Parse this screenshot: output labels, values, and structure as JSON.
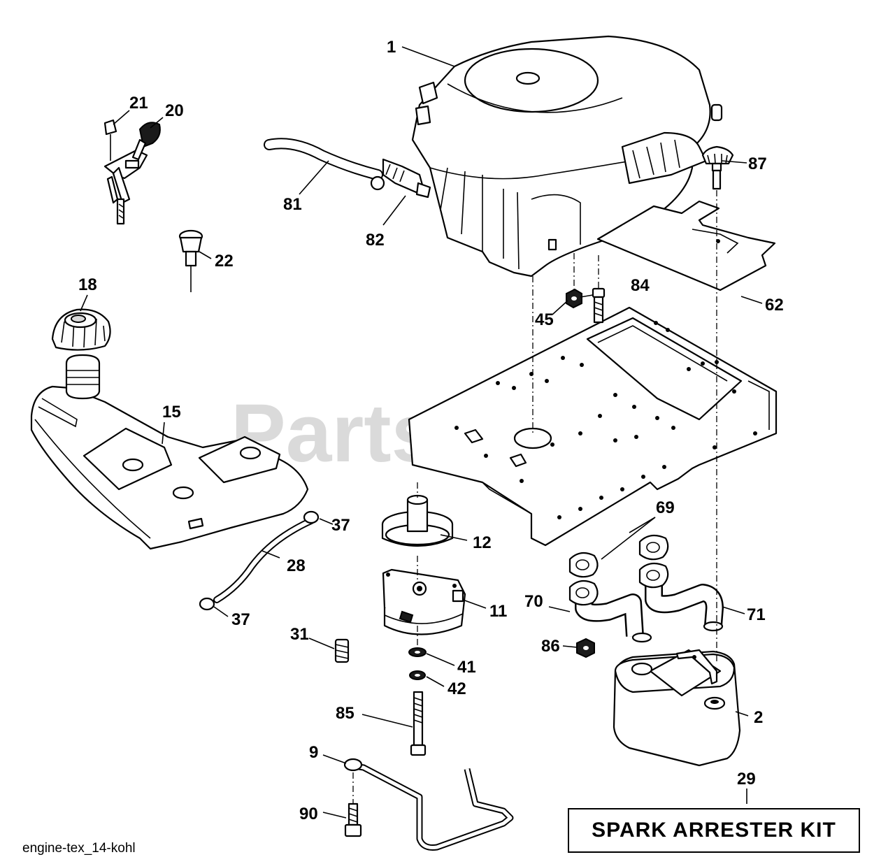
{
  "watermark": "PartsTree",
  "caption": "engine-tex_14-kohl",
  "kit_label": "SPARK ARRESTER KIT",
  "callouts": {
    "c1": "1",
    "c2": "2",
    "c9": "9",
    "c11": "11",
    "c12": "12",
    "c15": "15",
    "c18": "18",
    "c20": "20",
    "c21": "21",
    "c22": "22",
    "c28": "28",
    "c29": "29",
    "c31": "31",
    "c37a": "37",
    "c37b": "37",
    "c41": "41",
    "c42": "42",
    "c45": "45",
    "c62": "62",
    "c69": "69",
    "c70": "70",
    "c71": "71",
    "c81": "81",
    "c82": "82",
    "c84": "84",
    "c85": "85",
    "c86": "86",
    "c87": "87",
    "c90": "90"
  }
}
